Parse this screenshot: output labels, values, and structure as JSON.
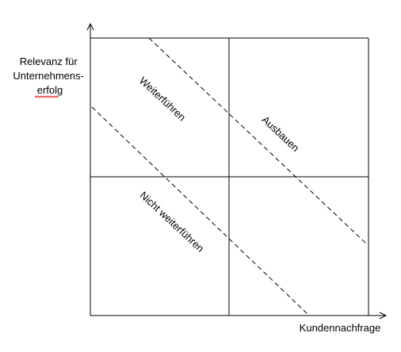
{
  "axes": {
    "y_label_lines": [
      "Relevanz für",
      "Unternehmens-",
      "erfolg"
    ],
    "x_label": "Kundennachfrage"
  },
  "regions": {
    "continue": "Weiterführen",
    "expand": "Ausbauen",
    "discontinue": "Nicht weiterführen"
  },
  "colors": {
    "line": "#000000",
    "background": "#ffffff",
    "spellcheck_underline": "#d40000"
  }
}
